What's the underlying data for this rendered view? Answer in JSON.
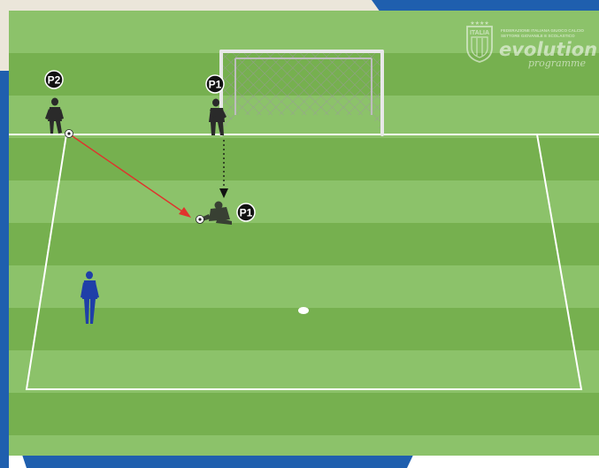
{
  "colors": {
    "pitch_light": "#8cc26a",
    "pitch_dark": "#76b04f",
    "frame_blue": "#1f5fae",
    "frame_beige": "#ebe6da",
    "pass_arrow": "#e0322d",
    "movement_arrow": "#111111",
    "keeper_kit": "#2a2a2a",
    "field_player_kit": "#1f3fa8",
    "badge_fill": "#111111"
  },
  "branding": {
    "crest_text": "ITALIA",
    "federation_line_1": "FEDERAZIONE ITALIANA GIUOCO CALCIO",
    "federation_line_2": "SETTORE GIOVANILE E SCOLASTICO",
    "wordmark": "evolution",
    "tagline": "programme",
    "icon": "figc-shield-icon"
  },
  "players": [
    {
      "badge": "P2",
      "role": "goalkeeper",
      "state": "standing with ball"
    },
    {
      "badge": "P1",
      "role": "goalkeeper",
      "state": "standing in goal"
    },
    {
      "badge": "P1",
      "role": "goalkeeper",
      "state": "diving save"
    },
    {
      "badge": "",
      "role": "field player",
      "state": "standing"
    }
  ],
  "arrows": [
    {
      "type": "pass",
      "style": "solid",
      "from": "P2",
      "to": "P1 save position"
    },
    {
      "type": "movement",
      "style": "dotted",
      "from": "P1",
      "to": "P1 save position"
    }
  ],
  "field": {
    "elements": [
      "goal",
      "penalty area",
      "penalty spot",
      "ball"
    ]
  }
}
